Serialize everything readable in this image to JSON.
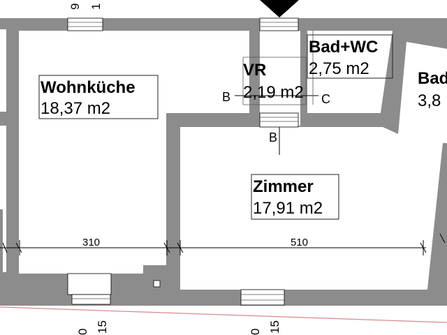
{
  "rooms": [
    {
      "name": "Wohnküche",
      "area": "18,37 m2"
    },
    {
      "name": "VR",
      "area": "2,19 m2"
    },
    {
      "name": "Bad+WC",
      "area": "2,75 m2"
    },
    {
      "name": "Zimmer",
      "area": "17,91 m2"
    },
    {
      "name": "Bad",
      "area": "3,8"
    }
  ],
  "dimensions": {
    "left": "310",
    "right": "510"
  },
  "section_marks": {
    "b_left": "B",
    "b_bottom": "B",
    "c_right": "C"
  },
  "edge_numbers": {
    "top_a": "9",
    "top_b": "1",
    "bottom_a": "0",
    "bottom_b": "15",
    "bottom_c": "0",
    "bottom_d": "15"
  },
  "colors": {
    "wall": "#8c8c8c",
    "line": "#000000",
    "property_line": "#d88a8a"
  }
}
